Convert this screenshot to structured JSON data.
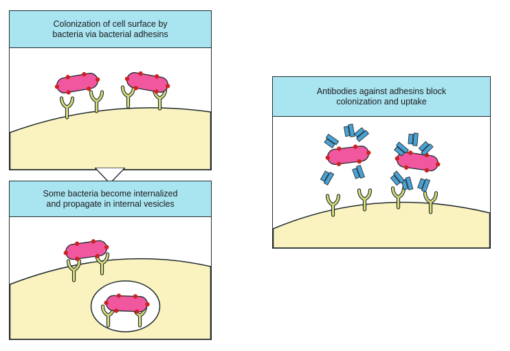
{
  "colors": {
    "header_fill": "#a9e4f1",
    "cell_fill": "#faf2bf",
    "bacterium_fill": "#f0579f",
    "adhesin_fill": "#cc2222",
    "receptor_fill": "#d6d978",
    "antibody_fill": "#4aa3d6",
    "outline": "#1f2a2e"
  },
  "panels": [
    {
      "id": "colonization",
      "caption": "Colonization of cell surface by\nbacteria via bacterial adhesins",
      "illustration": [
        "bacterium-icon",
        "receptor-icon",
        "host-cell-surface"
      ]
    },
    {
      "id": "internalization",
      "caption": "Some bacteria become internalized\nand propagate in internal vesicles",
      "illustration": [
        "bacterium-icon",
        "receptor-icon",
        "host-cell-surface",
        "internal-vesicle"
      ]
    },
    {
      "id": "antibody-block",
      "caption": "Antibodies against adhesins block\ncolonization and uptake",
      "illustration": [
        "bacterium-icon",
        "antibody-icon",
        "receptor-icon",
        "host-cell-surface"
      ]
    }
  ],
  "flow": {
    "from": "colonization",
    "to": "internalization",
    "icon": "down-arrow-icon"
  }
}
